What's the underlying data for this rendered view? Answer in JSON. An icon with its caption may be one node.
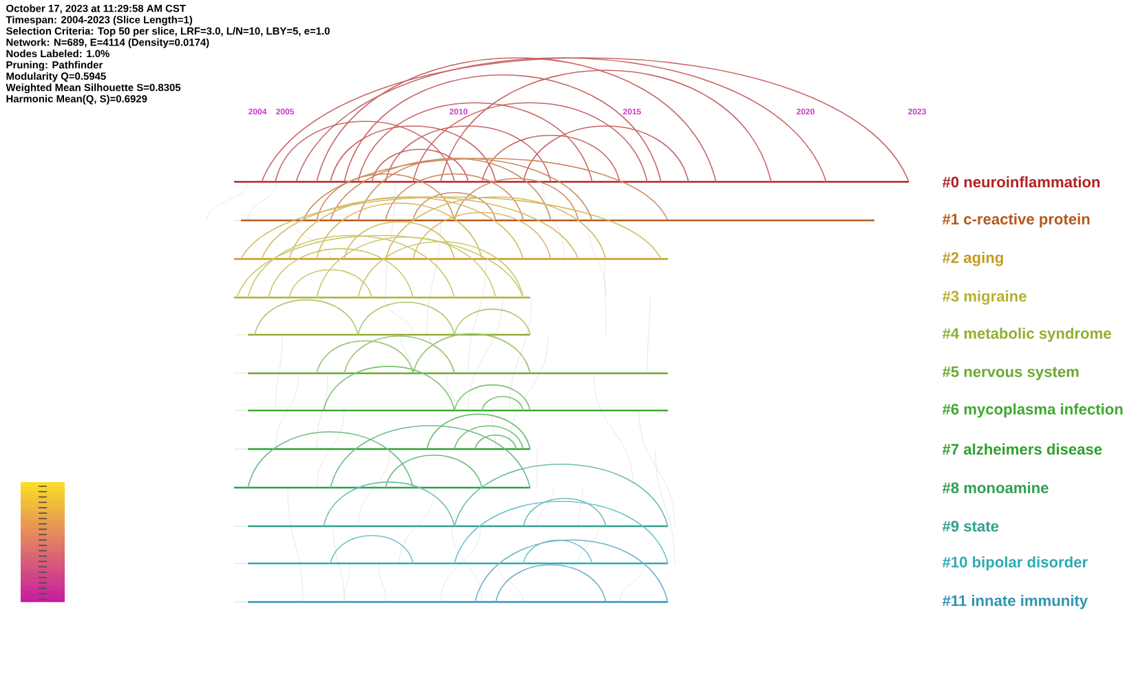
{
  "diagram": {
    "labels": [
      "October 17, 2023 at 11:29:58 AM CST",
      "Timespan: 2004-2023 (Slice Length=1)",
      "Selection Criteria: Top 50 per slice, LRF=3.0, L/N=10, LBY=5, e=1.0",
      "Network: N=689, E=4114 (Density=0.0174)",
      "Nodes Labeled: 1.0%",
      "Pruning: Pathfinder",
      "Modularity Q=0.5945",
      "Weighted Mean Silhouette S=0.8305",
      "Harmonic Mean(Q, S)=0.6929",
      "2004",
      "2005",
      "2010",
      "2015",
      "2020",
      "2023",
      "#0 neuroinflammation",
      "#1 c-reactive protein",
      "#2 aging",
      "#3 migraine",
      "#4 metabolic syndrome",
      "#5 nervous system",
      "#6 mycoplasma infection",
      "#7 alzheimers disease",
      "#8 monoamine",
      "#9 state",
      "#10 bipolar disorder",
      "#11 innate immunity"
    ]
  }
}
